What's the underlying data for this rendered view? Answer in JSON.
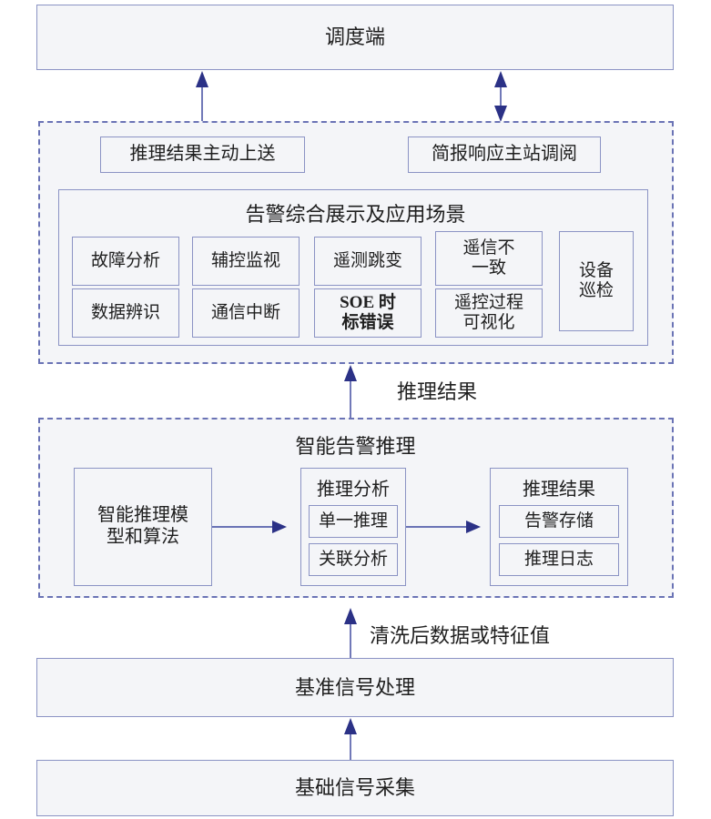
{
  "diagram": {
    "title_top": "调度端",
    "upload_box": "推理结果主动上送",
    "briefing_box": "简报响应主站调阅",
    "display_panel_title": "告警综合展示及应用场景",
    "scenarios": [
      {
        "label": "故障分析"
      },
      {
        "label": "辅控监视"
      },
      {
        "label": "遥测跳变"
      },
      {
        "label": "遥信不\n一致"
      },
      {
        "label": "设备\n巡检"
      },
      {
        "label": "数据辨识"
      },
      {
        "label": "通信中断"
      },
      {
        "label": "SOE 时\n标错误"
      },
      {
        "label": "遥控过程\n可视化"
      }
    ],
    "scenario_row1": [
      "故障分析",
      "辅控监视",
      "遥测跳变",
      "遥信不\n一致"
    ],
    "scenario_row2": [
      "数据辨识",
      "通信中断",
      "SOE 时\n标错误",
      "遥控过程\n可视化"
    ],
    "scenario_tall": "设备\n巡检",
    "edge_label_reasoning_result": "推理结果",
    "edge_label_cleaned_data": "清洗后数据或特征值",
    "reasoning_section_title": "智能告警推理",
    "model_box": "智能推理模\n型和算法",
    "analysis_box_title": "推理分析",
    "analysis_children": [
      "单一推理",
      "关联分析"
    ],
    "result_box_title": "推理结果",
    "result_children": [
      "告警存储",
      "推理日志"
    ],
    "baseline_processing": "基准信号处理",
    "basic_acquisition": "基础信号采集",
    "colors": {
      "box_border": "#8b93c4",
      "box_fill": "#f4f5f8",
      "dashed_border": "#6a73b5",
      "arrow_head": "#2b3186",
      "arrow_shaft": "#7179b8",
      "page_background": "#ffffff"
    }
  }
}
